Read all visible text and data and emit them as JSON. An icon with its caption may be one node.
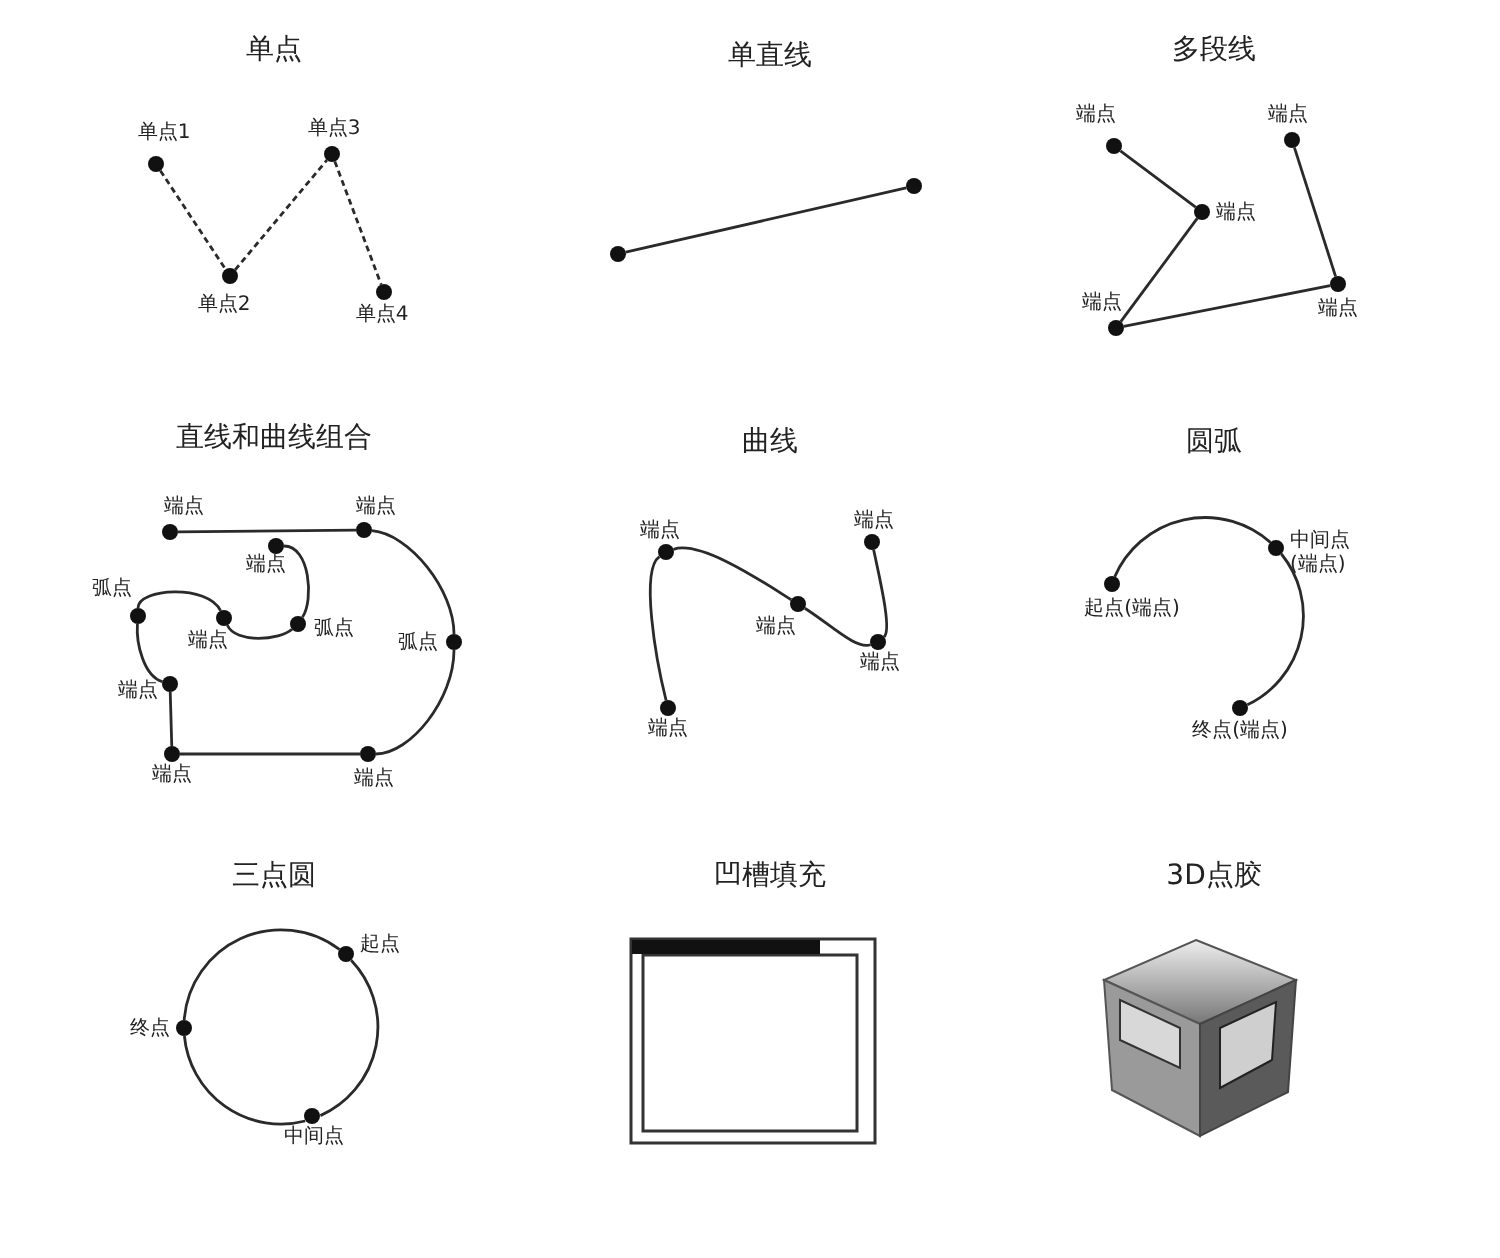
{
  "diagram": {
    "nodes": [
      {
        "text": [],
        "shape": "circle",
        "beside": [
          "单点1"
        ]
      },
      {
        "text": [],
        "shape": "circle",
        "beside": [
          "单点2"
        ]
      },
      {
        "text": [],
        "shape": "circle",
        "beside": [
          "单点3"
        ]
      },
      {
        "text": [],
        "shape": "circle",
        "beside": [
          "单点4"
        ]
      },
      {
        "text": [],
        "shape": "circle"
      },
      {
        "text": [],
        "shape": "circle"
      },
      {
        "text": [],
        "shape": "circle",
        "beside": [
          "端点"
        ]
      },
      {
        "text": [],
        "shape": "circle",
        "beside": [
          "端点"
        ]
      },
      {
        "text": [],
        "shape": "circle",
        "beside": [
          "端点"
        ]
      },
      {
        "text": [],
        "shape": "circle",
        "beside": [
          "端点"
        ]
      },
      {
        "text": [],
        "shape": "circle",
        "beside": [
          "端点"
        ]
      },
      {
        "text": [],
        "shape": "circle",
        "beside": [
          "端点"
        ]
      },
      {
        "text": [],
        "shape": "circle",
        "beside": [
          "端点"
        ]
      },
      {
        "text": [],
        "shape": "circle",
        "beside": [
          "端点"
        ]
      },
      {
        "text": [],
        "shape": "circle",
        "beside": [
          "弧点"
        ]
      },
      {
        "text": [],
        "shape": "circle",
        "beside": [
          "端点"
        ]
      },
      {
        "text": [],
        "shape": "circle",
        "beside": [
          "弧点"
        ]
      },
      {
        "text": [],
        "shape": "circle",
        "beside": [
          "弧点"
        ]
      },
      {
        "text": [],
        "shape": "circle",
        "beside": [
          "端点"
        ]
      },
      {
        "text": [],
        "shape": "circle",
        "beside": [
          "端点"
        ]
      },
      {
        "text": [],
        "shape": "circle",
        "beside": [
          "端点"
        ]
      },
      {
        "text": [],
        "shape": "circle",
        "beside": [
          "端点"
        ]
      },
      {
        "text": [],
        "shape": "circle",
        "beside": [
          "端点"
        ]
      },
      {
        "text": [],
        "shape": "circle",
        "beside": [
          "端点"
        ]
      },
      {
        "text": [],
        "shape": "circle",
        "beside": [
          "端点"
        ]
      },
      {
        "text": [],
        "shape": "circle",
        "beside": [
          "端点"
        ]
      },
      {
        "text": [],
        "shape": "circle",
        "beside": [
          "中间点 (端点)"
        ]
      },
      {
        "text": [],
        "shape": "circle",
        "beside": [
          "起点(端点)"
        ]
      },
      {
        "text": [],
        "shape": "circle",
        "beside": [
          "终点(端点)"
        ]
      },
      {
        "text": [],
        "shape": "circle",
        "beside": [
          "起点"
        ]
      },
      {
        "text": [],
        "shape": "circle",
        "beside": [
          "终点"
        ]
      },
      {
        "text": [],
        "shape": "circle",
        "beside": [
          "中间点"
        ]
      }
    ],
    "edges": [
      {
        "from": 0,
        "to": 1,
        "arrow": "none",
        "style": "dashed"
      },
      {
        "from": 1,
        "to": 2,
        "arrow": "none",
        "style": "dashed"
      },
      {
        "from": 2,
        "to": 3,
        "arrow": "none",
        "style": "dashed"
      },
      {
        "from": 4,
        "to": 5,
        "arrow": "none"
      },
      {
        "from": 6,
        "to": 8,
        "arrow": "none"
      },
      {
        "from": 8,
        "to": 10,
        "arrow": "none"
      },
      {
        "from": 10,
        "to": 9,
        "arrow": "none"
      },
      {
        "from": 9,
        "to": 7,
        "arrow": "none"
      },
      {
        "from": 11,
        "to": 12,
        "arrow": "none"
      },
      {
        "from": 12,
        "to": 17,
        "arrow": "none"
      },
      {
        "from": 17,
        "to": 20,
        "arrow": "none"
      },
      {
        "from": 20,
        "to": 19,
        "arrow": "none"
      },
      {
        "from": 19,
        "to": 18,
        "arrow": "none"
      },
      {
        "from": 18,
        "to": 14,
        "arrow": "none"
      },
      {
        "from": 14,
        "to": 15,
        "arrow": "none"
      },
      {
        "from": 15,
        "to": 16,
        "arrow": "none"
      },
      {
        "from": 16,
        "to": 13,
        "arrow": "none"
      },
      {
        "from": 25,
        "to": 22,
        "arrow": "none"
      },
      {
        "from": 22,
        "to": 23,
        "arrow": "none"
      },
      {
        "from": 23,
        "to": 24,
        "arrow": "none"
      },
      {
        "from": 24,
        "to": 21,
        "arrow": "none"
      },
      {
        "from": 27,
        "to": 26,
        "arrow": "none"
      },
      {
        "from": 26,
        "to": 28,
        "arrow": "none"
      },
      {
        "from": 29,
        "to": 31,
        "arrow": "none"
      },
      {
        "from": 31,
        "to": 30,
        "arrow": "none"
      },
      {
        "from": 30,
        "to": 29,
        "arrow": "none"
      }
    ],
    "labels": [
      "单点",
      "单直线",
      "多段线",
      "直线和曲线组合",
      "曲线",
      "圆弧",
      "三点圆",
      "凹槽填充",
      "3D点胶"
    ]
  }
}
